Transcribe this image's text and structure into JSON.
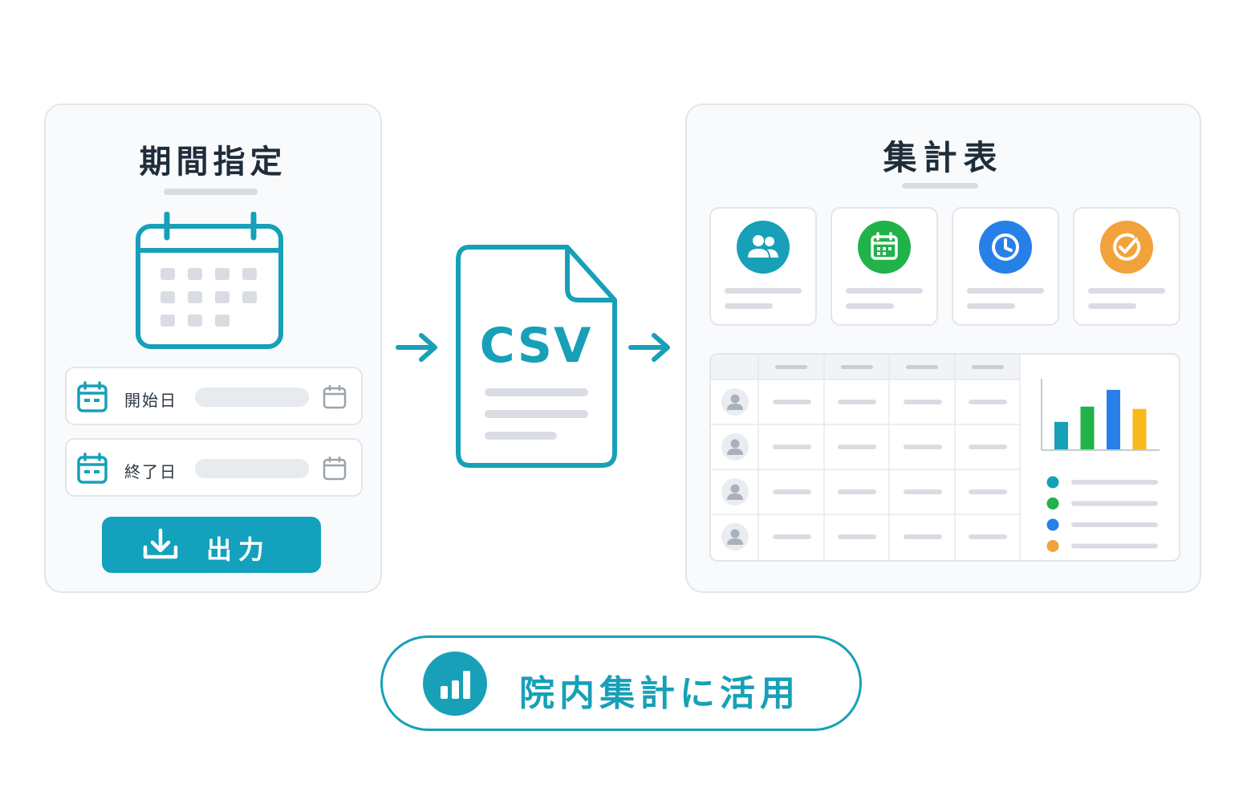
{
  "period_panel": {
    "title": "期間指定",
    "start_label": "開始日",
    "end_label": "終了日",
    "export_button_label": "出力"
  },
  "file": {
    "label": "CSV"
  },
  "summary_panel": {
    "title": "集計表",
    "kpi_icons": [
      "users-icon",
      "calendar-icon",
      "clock-icon",
      "check-icon"
    ],
    "legend_colors": [
      "#17a0b8",
      "#21b24a",
      "#2680e8",
      "#f2a23a"
    ],
    "chart_data": {
      "type": "bar",
      "categories": [
        "",
        "",
        "",
        ""
      ],
      "values": [
        0.36,
        0.56,
        0.78,
        0.53
      ],
      "colors": [
        "#17a0b8",
        "#21b24a",
        "#2680e8",
        "#f9b91a"
      ],
      "xlabel": "",
      "ylabel": "",
      "ylim": [
        0,
        1
      ]
    }
  },
  "usage": {
    "label": "院内集計に活用"
  },
  "colors": {
    "accent": "#17a0b8",
    "button": "#13a1bd",
    "green": "#21b24a",
    "blue": "#2680e8",
    "orange": "#f2a23a"
  }
}
